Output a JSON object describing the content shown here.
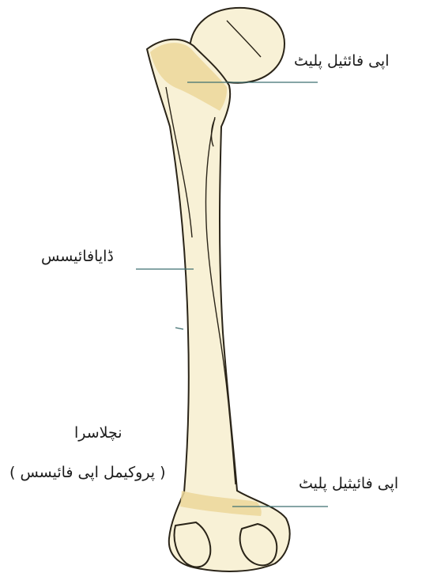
{
  "labels": {
    "upper_plate": "اپی فائثیل پلیٹ",
    "diaphysis": "ڈایافائیسس",
    "lower_end_line1": "نچلاسرا",
    "lower_end_line2": "( پروکیمل اپی فائیسس )",
    "lower_plate": "اپی فائیثیل پلیٹ"
  },
  "colors": {
    "bone_fill": "#f8f1d6",
    "plate_fill": "#ecd79a",
    "outline": "#2a2418",
    "leader_line": "#3f6f70"
  }
}
